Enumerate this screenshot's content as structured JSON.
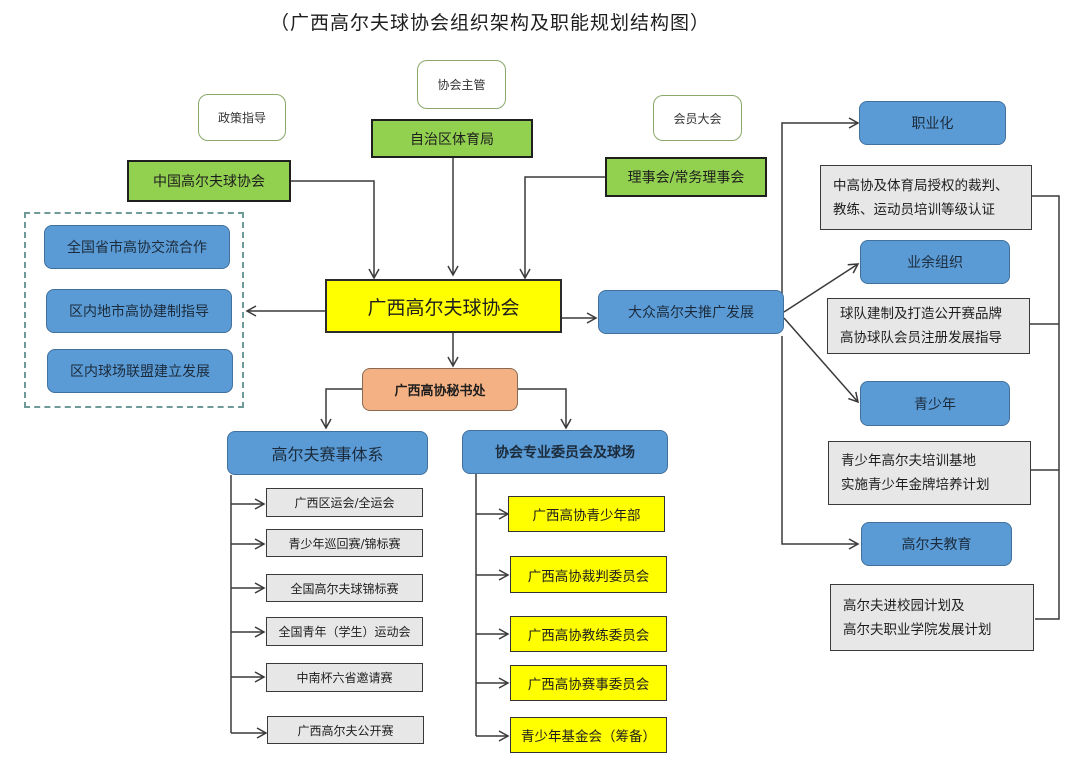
{
  "title": "（广西高尔夫球协会组织架构及职能规划结构图）",
  "callouts": {
    "policy": "政策指导",
    "supervisor": "协会主管",
    "members": "会员大会"
  },
  "upper": {
    "china_assoc": "中国高尔夫球协会",
    "sports_bureau": "自治区体育局",
    "council": "理事会/常务理事会"
  },
  "center": {
    "main": "广西高尔夫球协会",
    "secretariat": "广西高协秘书处",
    "promotion": "大众高尔夫推广发展"
  },
  "left_group": [
    "全国省市高协交流合作",
    "区内地市高协建制指导",
    "区内球场联盟建立发展"
  ],
  "events": {
    "header": "高尔夫赛事体系",
    "items": [
      "广西区运会/全运会",
      "青少年巡回赛/锦标赛",
      "全国高尔夫球锦标赛",
      "全国青年（学生）运动会",
      "中南杯六省邀请赛",
      "广西高尔夫公开赛"
    ]
  },
  "committees": {
    "header": "协会专业委员会及球场",
    "items": [
      "广西高协青少年部",
      "广西高协裁判委员会",
      "广西高协教练委员会",
      "广西高协赛事委员会",
      "青少年基金会（筹备）"
    ]
  },
  "right": [
    {
      "label": "职业化",
      "desc": [
        "中高协及体育局授权的裁判、",
        "教练、运动员培训等级认证"
      ]
    },
    {
      "label": "业余组织",
      "desc": [
        "球队建制及打造公开赛品牌",
        "高协球队会员注册发展指导"
      ]
    },
    {
      "label": "青少年",
      "desc": [
        "青少年高尔夫培训基地",
        "实施青少年金牌培养计划"
      ]
    },
    {
      "label": "高尔夫教育",
      "desc": [
        "高尔夫进校园计划及",
        "高尔夫职业学院发展计划"
      ]
    }
  ],
  "colors": {
    "green": "#92d050",
    "yellow": "#ffff00",
    "blue": "#5b9bd5",
    "orange": "#f4b183",
    "gray": "#e7e7e7"
  }
}
